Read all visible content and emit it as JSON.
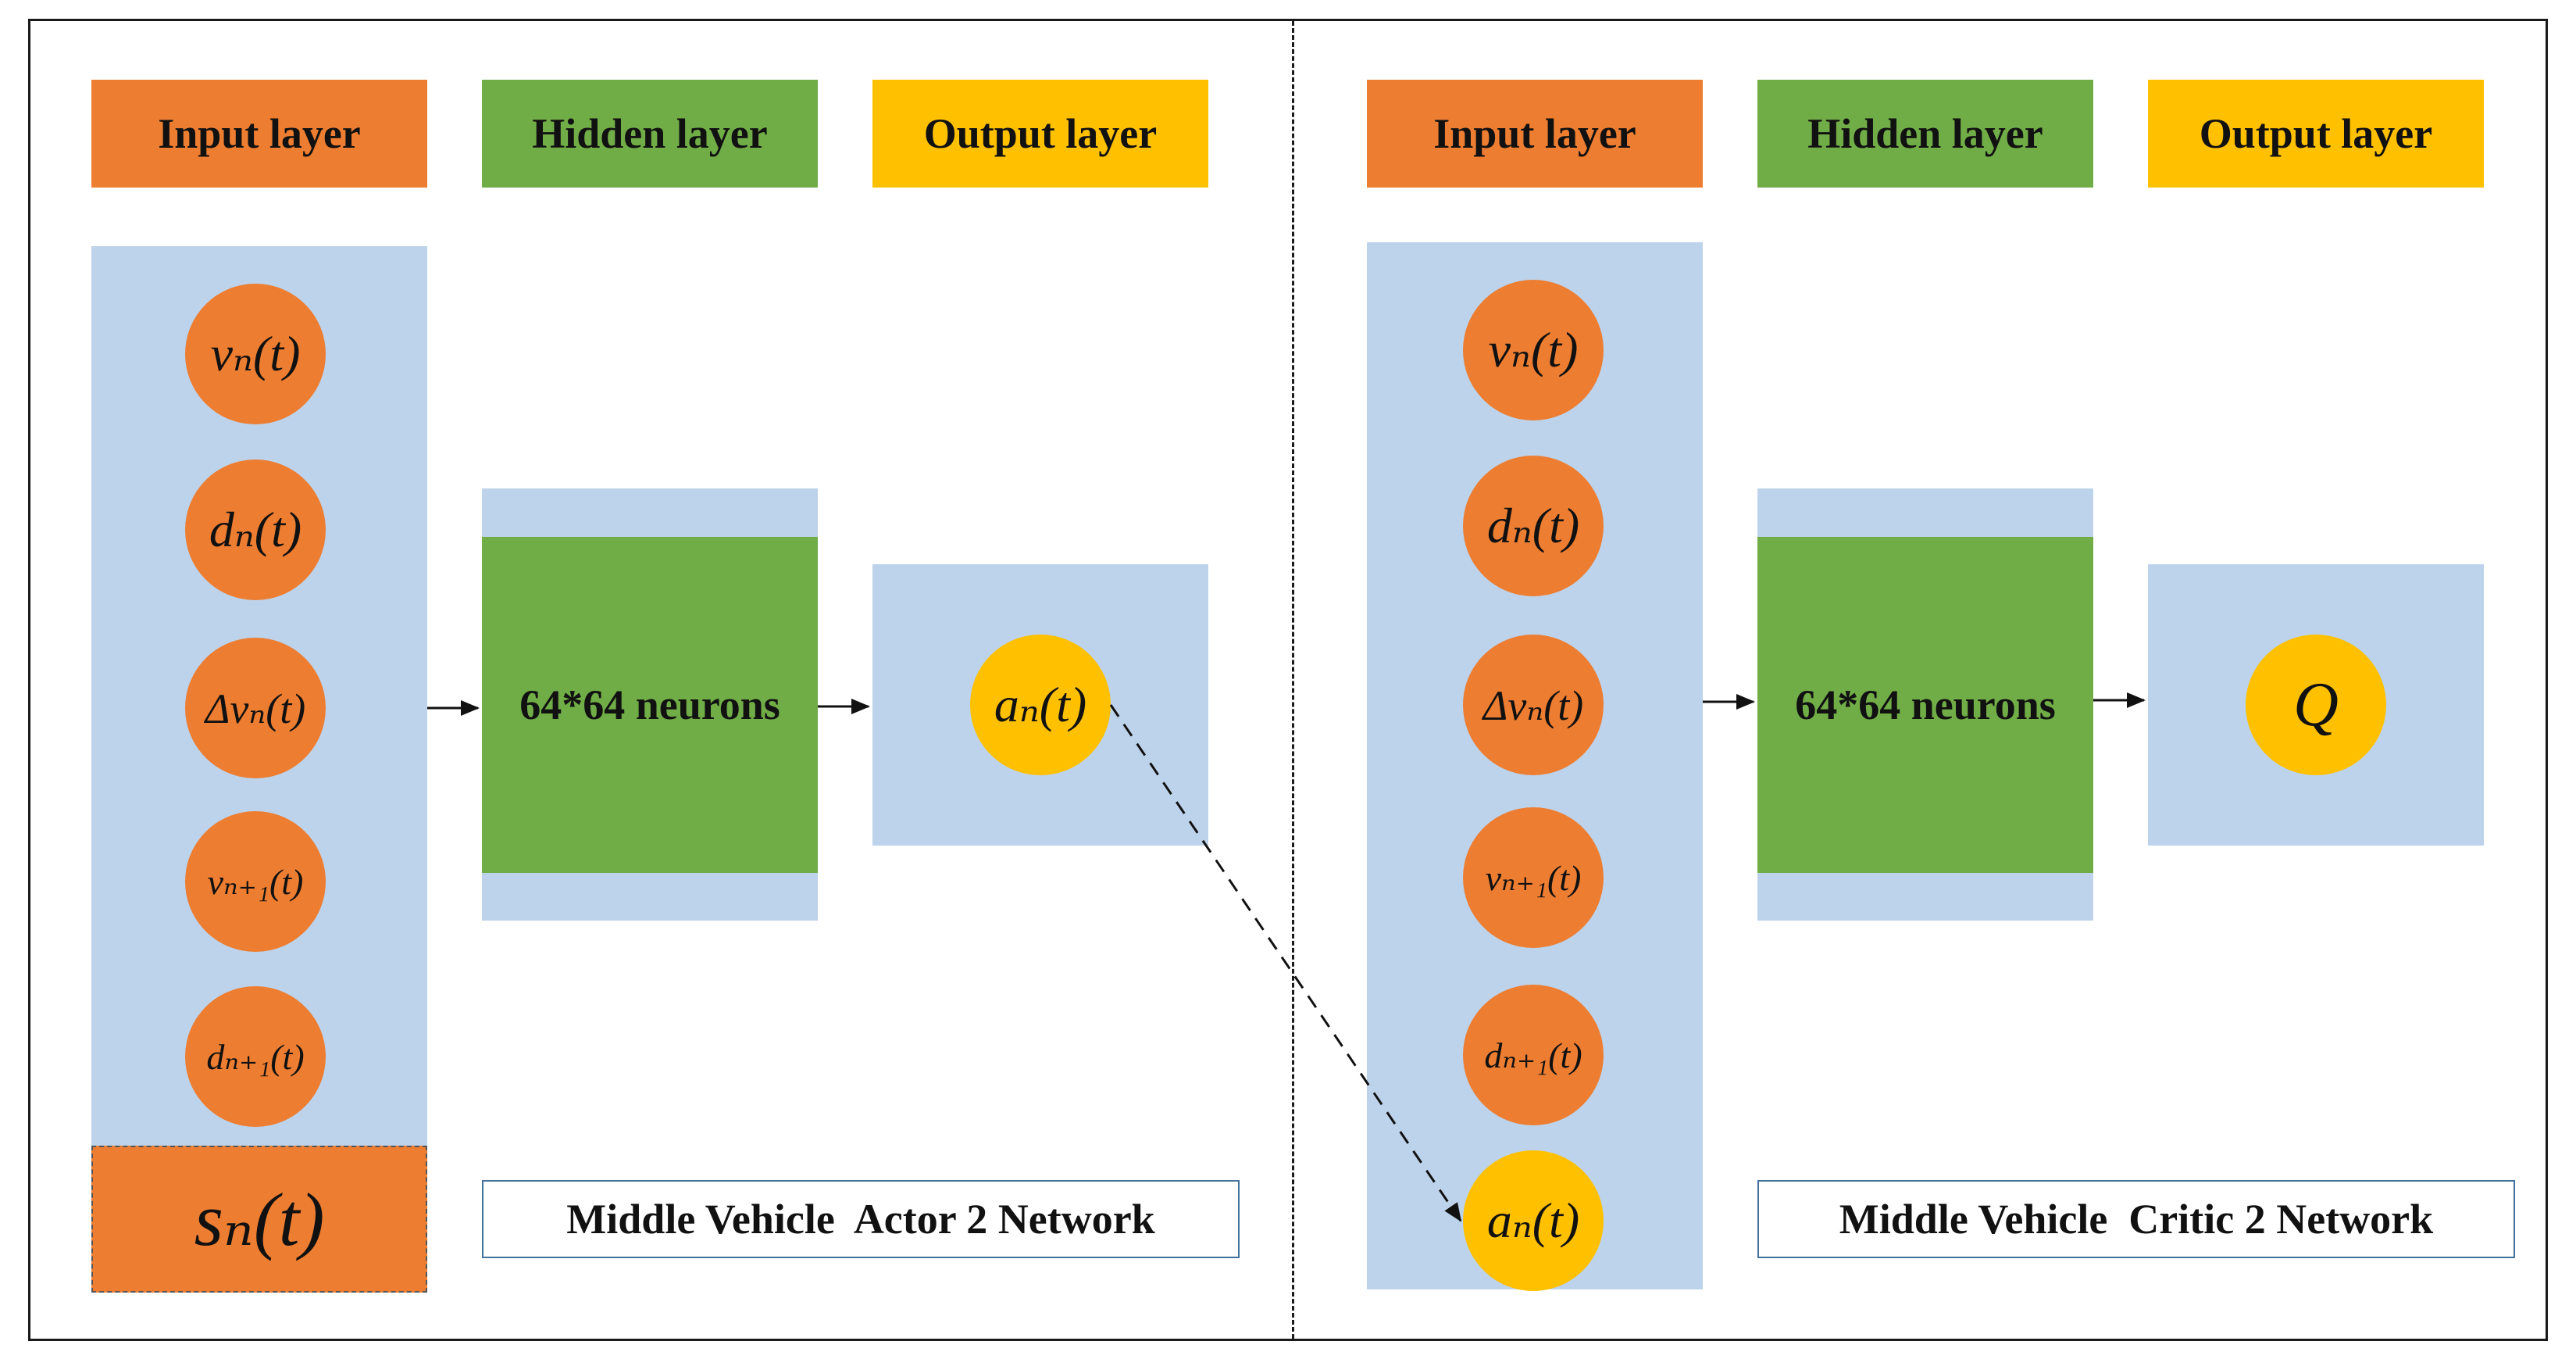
{
  "left": {
    "headers": {
      "input": "Input layer",
      "hidden": "Hidden layer",
      "output": "Output layer"
    },
    "inputs": [
      "vₙ(t)",
      "dₙ(t)",
      "Δvₙ(t)",
      "vₙ₊₁(t)",
      "dₙ₊₁(t)"
    ],
    "state": "sₙ(t)",
    "hidden": "64*64 neurons",
    "output": "aₙ(t)",
    "caption": "Middle Vehicle  Actor 2 Network"
  },
  "right": {
    "headers": {
      "input": "Input layer",
      "hidden": "Hidden layer",
      "output": "Output layer"
    },
    "inputs": [
      "vₙ(t)",
      "dₙ(t)",
      "Δvₙ(t)",
      "vₙ₊₁(t)",
      "dₙ₊₁(t)",
      "aₙ(t)"
    ],
    "hidden": "64*64 neurons",
    "output": "Q",
    "caption": "Middle Vehicle  Critic 2 Network"
  },
  "colors": {
    "input_orange": "#ED7D31",
    "hidden_green": "#70AD47",
    "output_yellow": "#FFC000",
    "panel_blue": "#BDD3EB"
  }
}
